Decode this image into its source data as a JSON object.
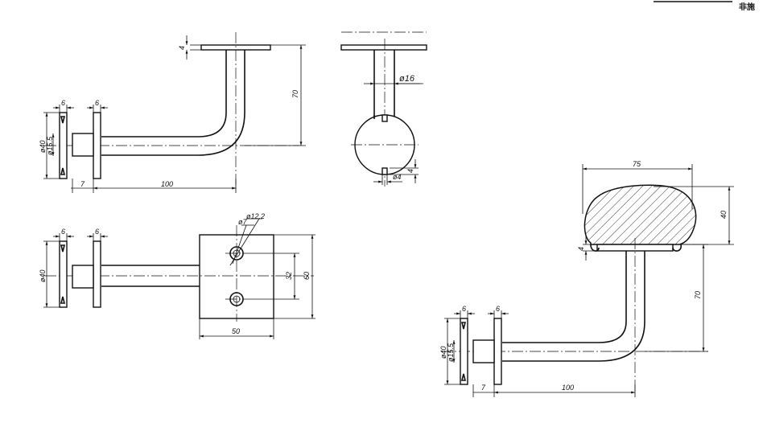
{
  "corner_mark": "非施",
  "views": {
    "side_top": {
      "dims": {
        "flange_thickness": "4",
        "height": "70",
        "width": "100",
        "offset": "7",
        "ring_a": "6",
        "ring_b": "6",
        "dia_40": "ø40",
        "dia_15_5": "ø15.5"
      }
    },
    "end_view": {
      "dims": {
        "rod_dia": "ø16",
        "pin_dia": "ø4",
        "pin_depth": "4"
      }
    },
    "plan_view": {
      "dims": {
        "ring_a": "6",
        "ring_b": "6",
        "dia_40": "ø40",
        "hole_small": "ø7",
        "hole_large": "ø12.2",
        "hole_spacing": "32",
        "plate_height": "60",
        "plate_width": "50"
      }
    },
    "side_assembled": {
      "dims": {
        "handrail_width": "75",
        "handrail_height": "40",
        "saddle_thickness": "4",
        "height": "70",
        "width": "100",
        "offset": "7",
        "ring_a": "6",
        "ring_b": "6",
        "dia_40": "ø40",
        "dia_15_5": "ø15.5"
      }
    }
  }
}
